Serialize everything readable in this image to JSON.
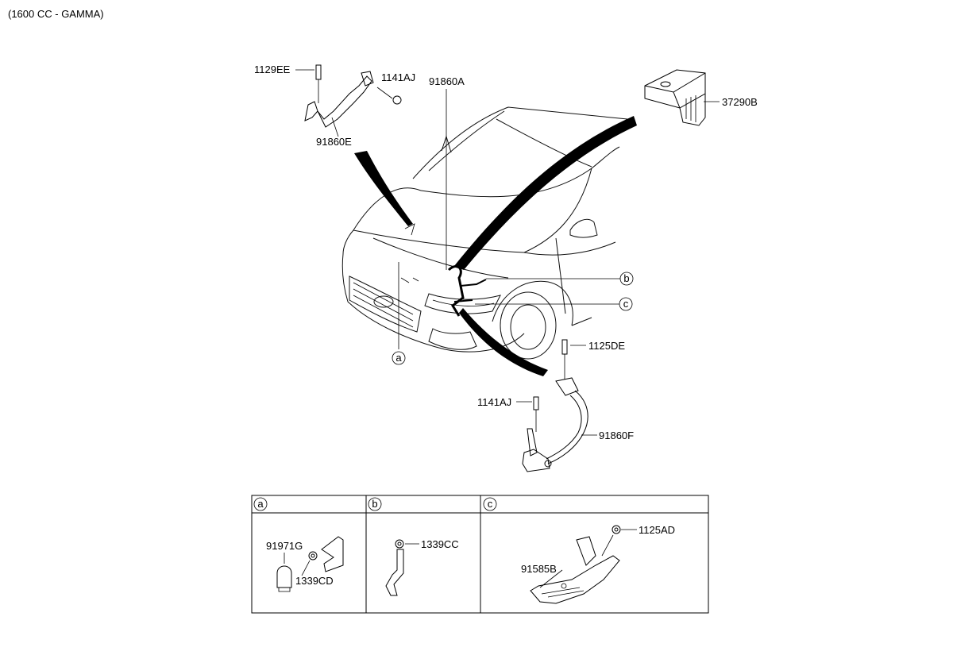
{
  "diagram": {
    "variant": "(1600 CC - GAMMA)",
    "callouts": {
      "c1129EE": "1129EE",
      "c1141AJ_top": "1141AJ",
      "c91860A": "91860A",
      "c91860E": "91860E",
      "c37290B": "37290B",
      "c1125DE": "1125DE",
      "c1141AJ_bottom": "1141AJ",
      "c91860F": "91860F"
    },
    "markers": {
      "a": "a",
      "b": "b",
      "c": "c"
    },
    "details": {
      "a": {
        "tag": "a",
        "parts": [
          "91971G",
          "1339CD"
        ]
      },
      "b": {
        "tag": "b",
        "parts": [
          "1339CC"
        ]
      },
      "c": {
        "tag": "c",
        "parts": [
          "1125AD",
          "91585B"
        ]
      }
    }
  }
}
